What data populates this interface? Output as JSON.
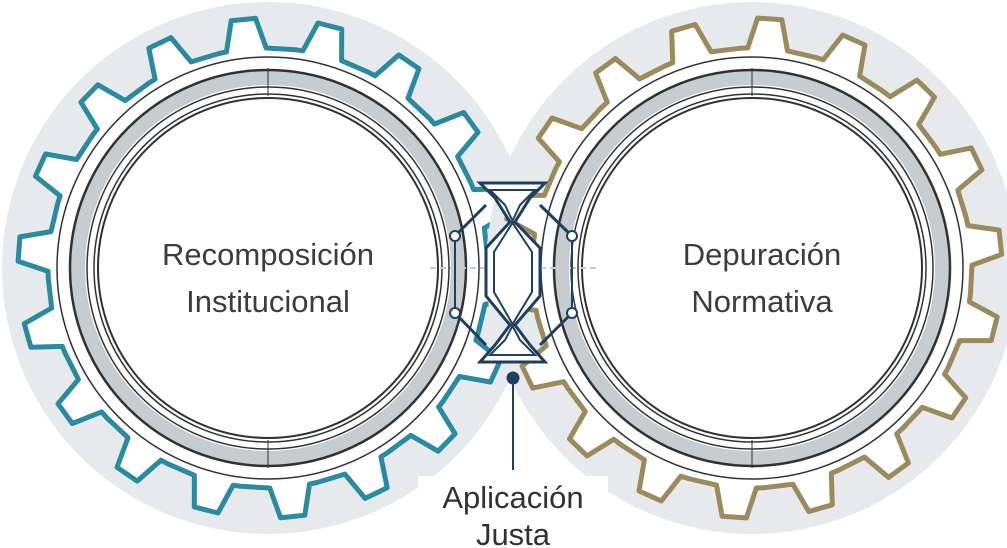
{
  "diagram": {
    "gears": [
      {
        "id": "left",
        "label_lines": [
          "Recomposición",
          "Institucional"
        ],
        "color": "#2a8aa0",
        "teeth": 18
      },
      {
        "id": "right",
        "label_lines": [
          "Depuración",
          "Normativa"
        ],
        "color": "#9a8a5c",
        "teeth": 18
      }
    ],
    "connector": {
      "label_lines": [
        "Aplicación",
        "Justa"
      ],
      "color": "#1f3f5e"
    },
    "colors": {
      "ring": "#2f3235",
      "shadow_band": "#c7ccd0",
      "backdrop": "#e7eaec",
      "background": "#ffffff"
    }
  }
}
